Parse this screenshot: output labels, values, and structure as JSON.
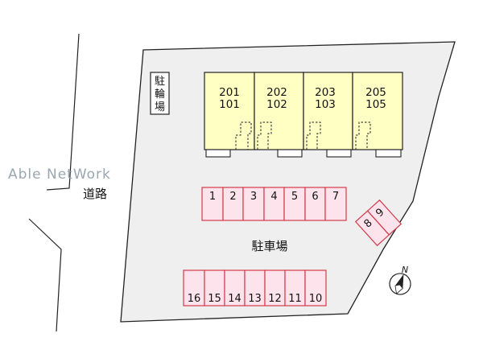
{
  "watermark": "Able NetWork",
  "road_label": "道路",
  "parking_label": "駐車場",
  "bicycle_parking": {
    "chars": [
      "駐",
      "輪",
      "場"
    ]
  },
  "buildings": [
    {
      "upper": "201",
      "lower": "101"
    },
    {
      "upper": "202",
      "lower": "102"
    },
    {
      "upper": "203",
      "lower": "103"
    },
    {
      "upper": "205",
      "lower": "105"
    }
  ],
  "parking_row_top": [
    "1",
    "2",
    "3",
    "4",
    "5",
    "6",
    "7"
  ],
  "parking_angled": [
    "8",
    "9"
  ],
  "parking_row_bottom": [
    "16",
    "15",
    "14",
    "13",
    "12",
    "11",
    "10"
  ],
  "compass": {
    "label": "N"
  },
  "colors": {
    "lot": "#efefef",
    "building_fill": "#ffffc4",
    "slot_fill": "#fde4ec",
    "slot_stroke": "#d23a4a",
    "outline": "#222222"
  }
}
